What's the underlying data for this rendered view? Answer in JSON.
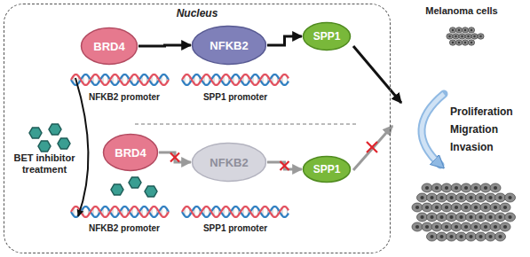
{
  "diagram": {
    "nodes": [
      {
        "text": [
          "Nucleus"
        ]
      },
      {
        "text": [
          "BRD4"
        ],
        "in": 0
      },
      {
        "text": [
          "NFKB2"
        ],
        "in": 0
      },
      {
        "text": [
          "SPP1"
        ],
        "in": 0
      },
      {
        "text": [
          "BRD4"
        ],
        "in": 0
      },
      {
        "text": [
          "NFKB2"
        ],
        "in": 0
      },
      {
        "text": [
          "SPP1"
        ],
        "in": 0
      }
    ],
    "edges": [
      {
        "from": 1,
        "to": 2,
        "arrow": "to"
      },
      {
        "from": 2,
        "to": 3,
        "arrow": "to"
      },
      {
        "from": 4,
        "to": 5,
        "arrow": "to"
      },
      {
        "from": 5,
        "to": 6,
        "arrow": "to"
      }
    ],
    "labels": [
      "BET inhibitor treatment",
      "NFKB2 promoter",
      "SPP1 promoter",
      "NFKB2 promoter",
      "SPP1 promoter",
      "Melanoma cells",
      "Proliferation",
      "Migration",
      "Invasion"
    ]
  }
}
